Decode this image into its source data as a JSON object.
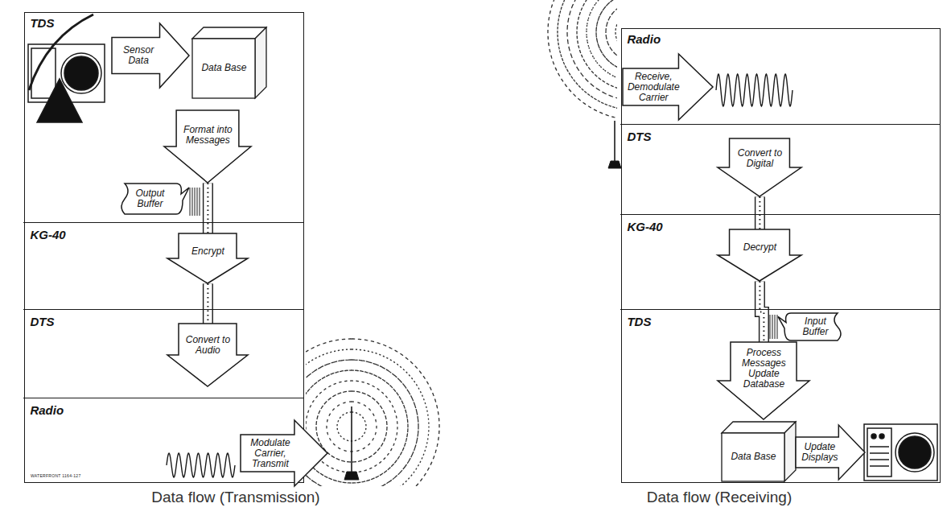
{
  "diagram": {
    "nodes": [
      {
        "text": [
          "Data flow (Transmission)"
        ]
      },
      {
        "text": [
          "TDS"
        ],
        "in": 0
      },
      {
        "text": [
          "Sensor Data"
        ],
        "in": 1
      },
      {
        "text": [
          "Data Base"
        ],
        "in": 1
      },
      {
        "text": [
          "Format into Messages"
        ],
        "in": 1
      },
      {
        "text": [
          "Output Buffer"
        ],
        "in": 1
      },
      {
        "text": [
          "KG-40"
        ],
        "in": 0
      },
      {
        "text": [
          "Encrypt"
        ],
        "in": 6
      },
      {
        "text": [
          "DTS"
        ],
        "in": 0
      },
      {
        "text": [
          "Convert to Audio"
        ],
        "in": 8
      },
      {
        "text": [
          "Radio"
        ],
        "in": 0
      },
      {
        "text": [
          "Modulate Carrier, Transmit"
        ],
        "in": 10
      },
      {
        "text": [
          "Data flow (Receiving)"
        ]
      },
      {
        "text": [
          "Radio"
        ],
        "in": 12
      },
      {
        "text": [
          "Receive, Demodulate Carrier"
        ],
        "in": 13
      },
      {
        "text": [
          "DTS"
        ],
        "in": 12
      },
      {
        "text": [
          "Convert to Digital"
        ],
        "in": 15
      },
      {
        "text": [
          "KG-40"
        ],
        "in": 12
      },
      {
        "text": [
          "Decrypt"
        ],
        "in": 17
      },
      {
        "text": [
          "TDS"
        ],
        "in": 12
      },
      {
        "text": [
          "Input Buffer"
        ],
        "in": 19
      },
      {
        "text": [
          "Process Messages Update Database"
        ],
        "in": 19
      },
      {
        "text": [
          "Data Base"
        ],
        "in": 19
      },
      {
        "text": [
          "Update Displays"
        ],
        "in": 19
      }
    ],
    "edges": [
      {
        "from": 4,
        "to": 7,
        "arrow": "none"
      },
      {
        "from": 7,
        "to": 9,
        "arrow": "none"
      },
      {
        "from": 16,
        "to": 18,
        "arrow": "none"
      },
      {
        "from": 18,
        "to": 21,
        "arrow": "none"
      }
    ],
    "labels": [
      "WATERFRONT 1164-127"
    ]
  }
}
